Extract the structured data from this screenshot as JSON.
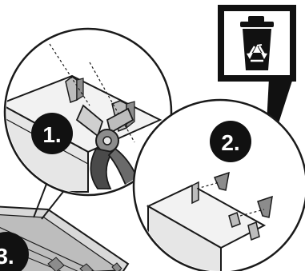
{
  "steps": {
    "step1": "1.",
    "step2": "2.",
    "step3": "3."
  },
  "icons": {
    "cutter": "side-cutter-pliers-icon",
    "bin": "recycle-bin-icon",
    "recycle": "recycle-arrows-icon"
  },
  "colors": {
    "ink": "#111111",
    "line": "#1a1a1a",
    "metal_light": "#e6e6e6",
    "metal_mid": "#bdbdbd",
    "metal_dark": "#8c8c8c",
    "white": "#ffffff"
  }
}
